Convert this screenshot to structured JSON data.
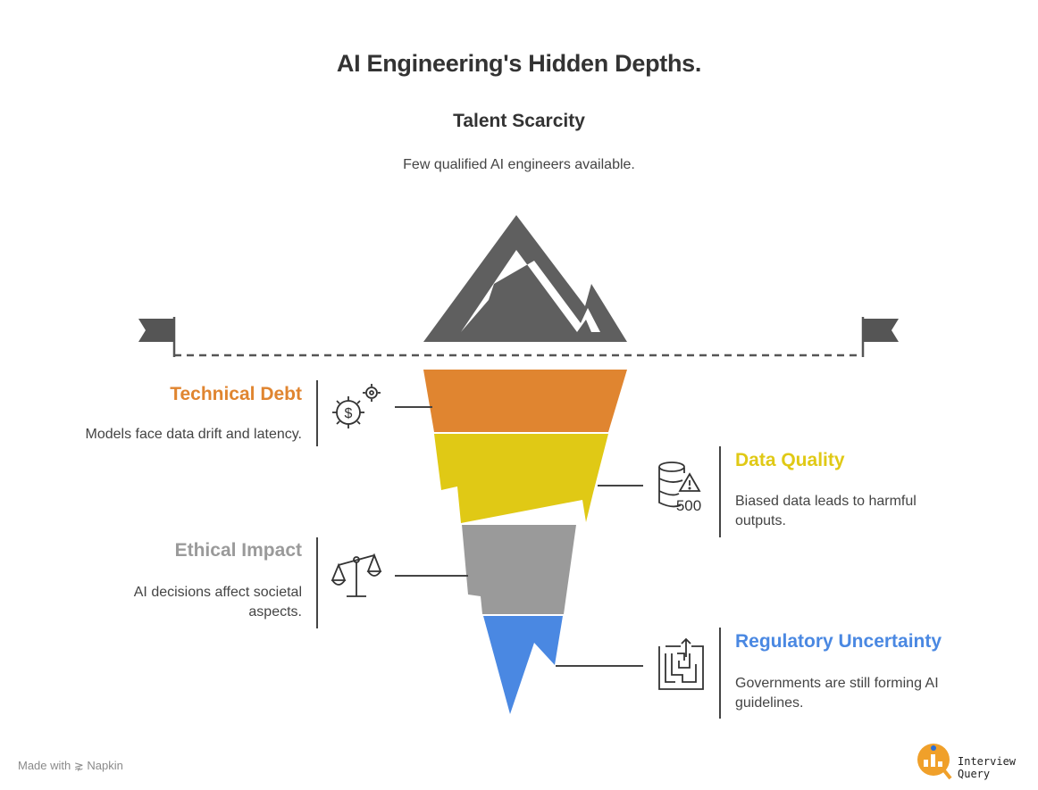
{
  "title": "AI Engineering's Hidden Depths.",
  "peak": {
    "label": "Talent Scarcity",
    "description": "Few qualified AI engineers available."
  },
  "layers": [
    {
      "label": "Technical Debt",
      "description": "Models face data drift and latency.",
      "color": "#E08530",
      "icon": "gear-dollar-icon"
    },
    {
      "label": "Data Quality",
      "description": "Biased data leads to harmful outputs.",
      "color": "#E0C915",
      "icon": "database-warning-icon",
      "icon_text": "500"
    },
    {
      "label": "Ethical Impact",
      "description": "AI decisions affect societal aspects.",
      "color": "#9A9A9A",
      "icon": "balance-scale-icon"
    },
    {
      "label": "Regulatory Uncertainty",
      "description": "Governments are still forming AI guidelines.",
      "color": "#4A88E2",
      "icon": "maze-icon"
    }
  ],
  "footer": {
    "made_with": "Made with ⋧ Napkin",
    "brand": "Interview Query",
    "brand_color": "#F0A02A"
  },
  "colors": {
    "peak": "#5F5F5F",
    "flag": "#555555",
    "text": "#333333"
  }
}
